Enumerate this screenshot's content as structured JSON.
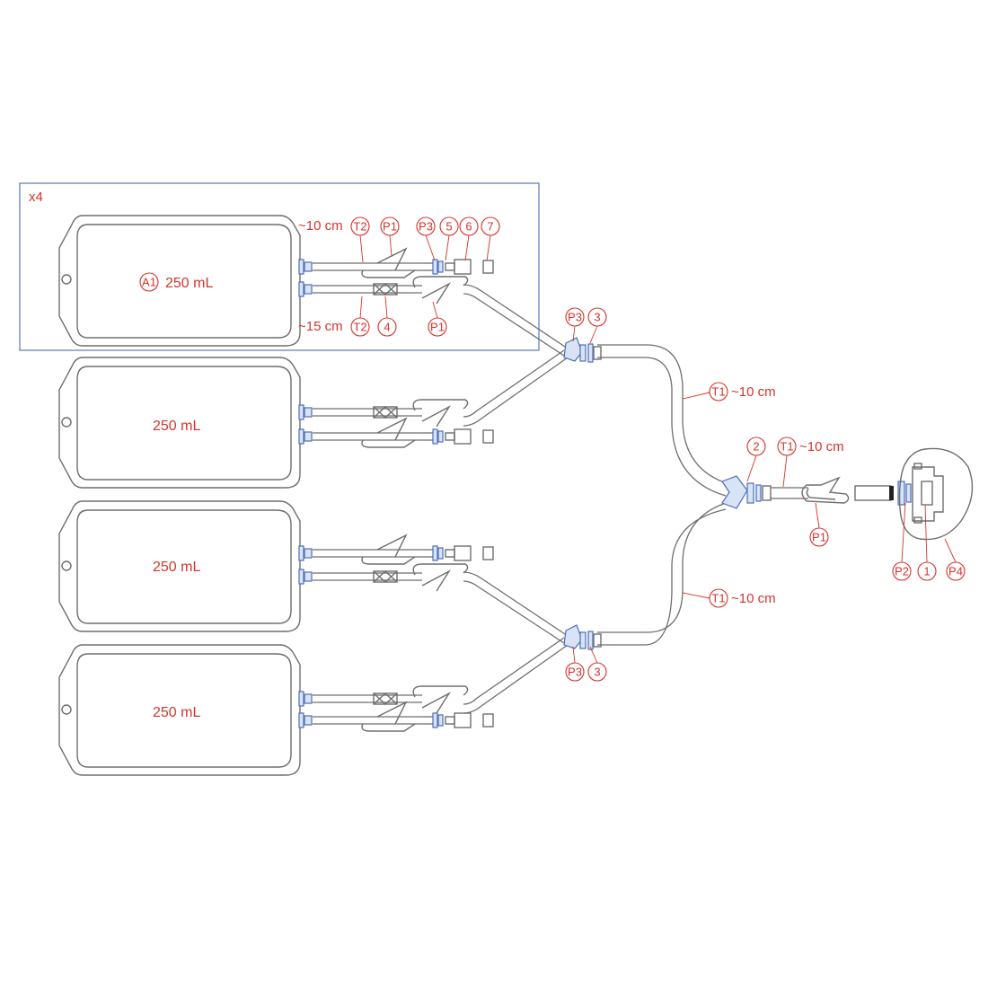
{
  "diagram": {
    "multiplier_label": "x4",
    "bags": [
      {
        "id": "A1",
        "label": "250 mL"
      },
      {
        "id": "",
        "label": "250 mL"
      },
      {
        "id": "",
        "label": "250 mL"
      },
      {
        "id": "",
        "label": "250 mL"
      }
    ],
    "lengths": {
      "t2_top": "~10 cm",
      "t2_bottom": "~15 cm",
      "t1_upper": "~10 cm",
      "t1_lower": "~10 cm",
      "t1_main": "~10 cm"
    },
    "callouts": {
      "T2_top": "T2",
      "P1_top": "P1",
      "P3_top": "P3",
      "n5": "5",
      "n6": "6",
      "n7": "7",
      "T2_bottom": "T2",
      "n4": "4",
      "P1_bottom": "P1",
      "P3_upper": "P3",
      "n3_upper": "3",
      "T1_upper": "T1",
      "n2": "2",
      "T1_main": "T1",
      "P1_main": "P1",
      "P2": "P2",
      "n1": "1",
      "P4": "P4",
      "T1_lower": "T1",
      "P3_lower": "P3",
      "n3_lower": "3"
    },
    "colors": {
      "label_red": "#d7332c",
      "connector_blue": "#4d6fb8",
      "outline_gray": "#6e6e6e"
    }
  }
}
